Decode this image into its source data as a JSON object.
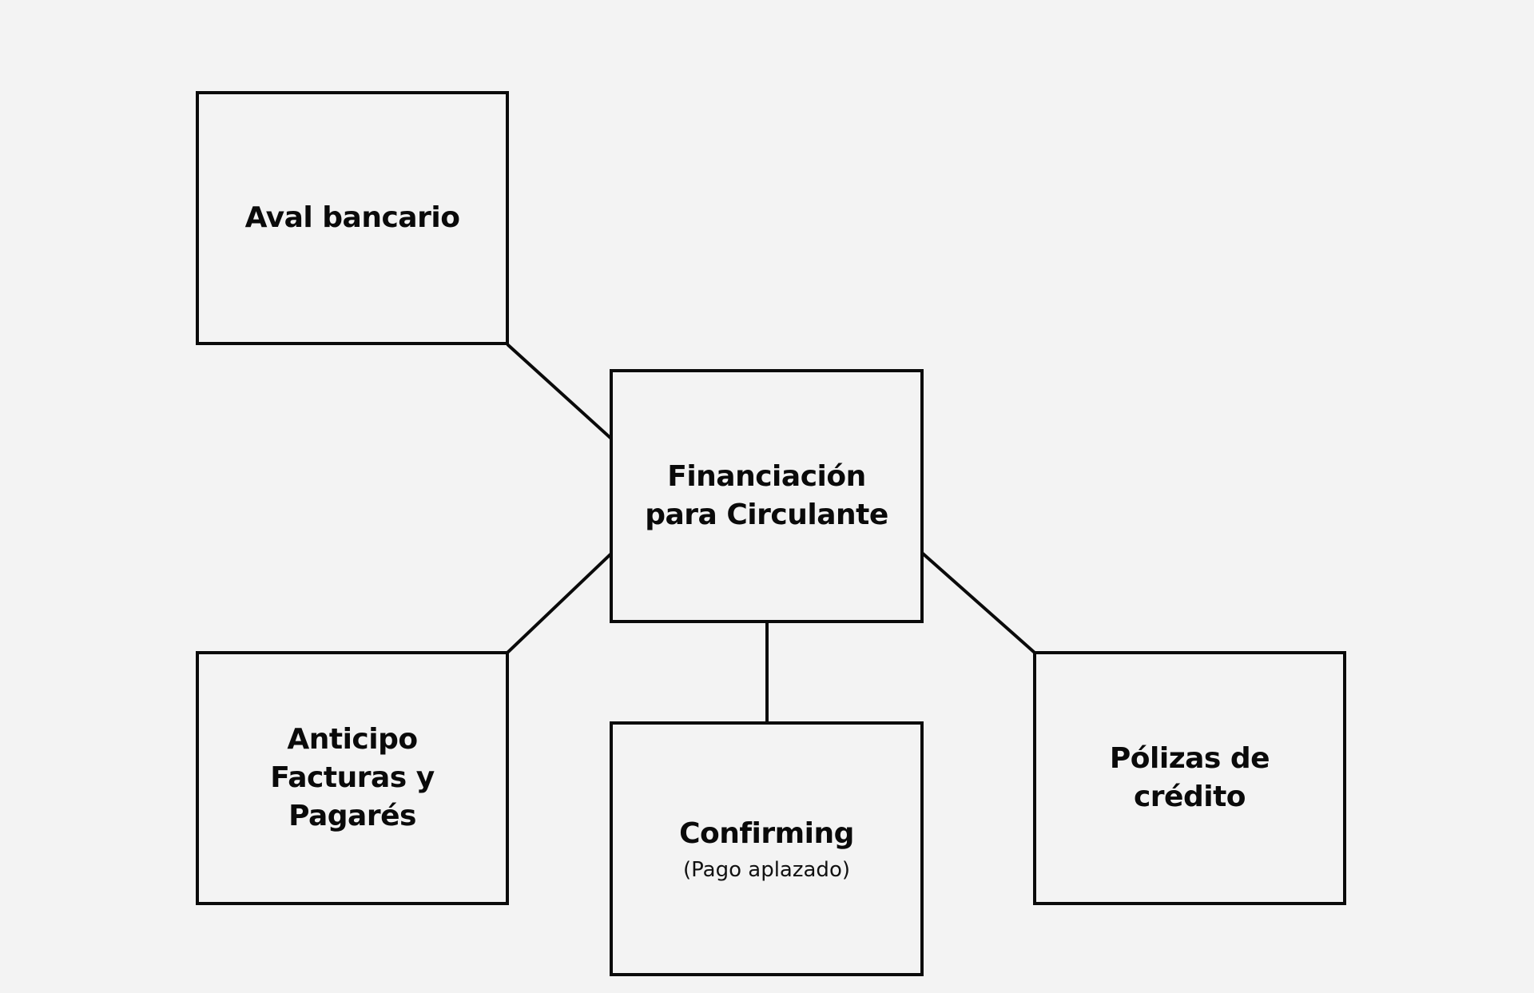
{
  "diagram": {
    "type": "hub-and-spoke",
    "colors": {
      "background": "#f3f3f3",
      "stroke": "#0a0a0a",
      "text": "#0a0a0a"
    },
    "center": {
      "id": "center",
      "title": "Financiación\npara Circulante"
    },
    "nodes": [
      {
        "id": "aval",
        "title": "Aval bancario"
      },
      {
        "id": "anticipo",
        "title": "Anticipo\nFacturas y\nPagarés"
      },
      {
        "id": "confirming",
        "title": "Confirming",
        "subtitle": "(Pago aplazado)"
      },
      {
        "id": "polizas",
        "title": "Pólizas de\ncrédito"
      }
    ],
    "edges": [
      {
        "from": "center",
        "to": "aval"
      },
      {
        "from": "center",
        "to": "anticipo"
      },
      {
        "from": "center",
        "to": "confirming"
      },
      {
        "from": "center",
        "to": "polizas"
      }
    ]
  }
}
